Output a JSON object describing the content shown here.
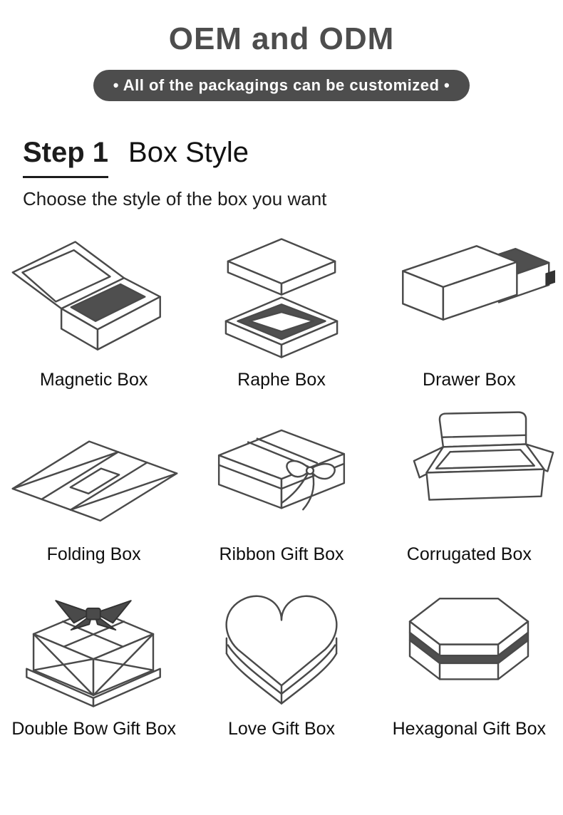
{
  "header": {
    "title": "OEM and ODM",
    "badge": "•  All of the packagings can be customized  •"
  },
  "step1": {
    "label": "Step 1",
    "title": "Box Style",
    "subtitle": "Choose the style of the box you want"
  },
  "box_styles": [
    {
      "label": "Magnetic Box",
      "icon": "magnetic-box-icon"
    },
    {
      "label": "Raphe Box",
      "icon": "raphe-box-icon"
    },
    {
      "label": "Drawer Box",
      "icon": "drawer-box-icon"
    },
    {
      "label": "Folding Box",
      "icon": "folding-box-icon"
    },
    {
      "label": "Ribbon Gift Box",
      "icon": "ribbon-gift-box-icon"
    },
    {
      "label": "Corrugated Box",
      "icon": "corrugated-box-icon"
    },
    {
      "label": "Double Bow Gift Box",
      "icon": "double-bow-gift-box-icon"
    },
    {
      "label": "Love Gift Box",
      "icon": "love-gift-box-icon"
    },
    {
      "label": "Hexagonal Gift Box",
      "icon": "hexagonal-gift-box-icon"
    }
  ],
  "colors": {
    "heading": "#4d4d4d",
    "badge_bg": "#4d4d4d",
    "badge_text": "#ffffff",
    "line_art": "#4a4a4a",
    "dark_fill": "#4f4f4f"
  }
}
